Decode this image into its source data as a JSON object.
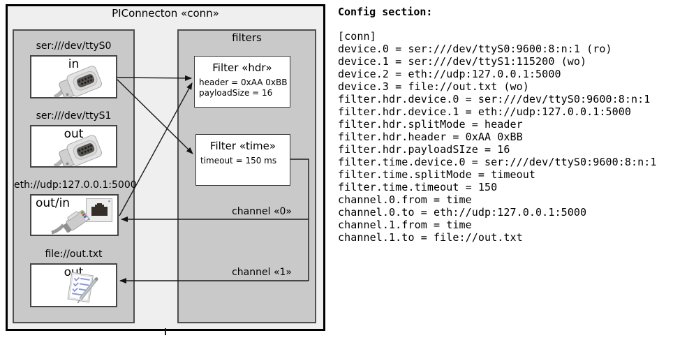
{
  "diagram": {
    "title": "PIConnecton «conn»",
    "filters_panel_label": "filters",
    "devices": [
      {
        "label": "ser:///dev/ttyS0",
        "mode": "in",
        "icon": "serial-connector-icon"
      },
      {
        "label": "ser:///dev/ttyS1",
        "mode": "out",
        "icon": "serial-connector-icon"
      },
      {
        "label": "eth://udp:127.0.0.1:5000",
        "mode": "out/in",
        "icon": "ethernet-connector-icon"
      },
      {
        "label": "file://out.txt",
        "mode": "out",
        "icon": "notepad-file-icon"
      }
    ],
    "filters": [
      {
        "title": "Filter «hdr»",
        "params": [
          "header = 0xAA 0xBB",
          "payloadSize = 16"
        ]
      },
      {
        "title": "Filter «time»",
        "params": [
          "timeout = 150 ms"
        ]
      }
    ],
    "channels": [
      {
        "label": "channel «0»"
      },
      {
        "label": "channel «1»"
      }
    ],
    "colors": {
      "outer_bg": "#efefef",
      "panel_bg": "#c9c9c9",
      "box_bg": "#ffffff",
      "line": "#1a1a1a"
    }
  },
  "config": {
    "heading": "Config section:",
    "lines": [
      "[conn]",
      "device.0 = ser:///dev/ttyS0:9600:8:n:1 (ro)",
      "device.1 = ser:///dev/ttyS1:115200 (wo)",
      "device.2 = eth://udp:127.0.0.1:5000",
      "device.3 = file://out.txt (wo)",
      "filter.hdr.device.0 = ser:///dev/ttyS0:9600:8:n:1",
      "filter.hdr.device.1 = eth://udp:127.0.0.1:5000",
      "filter.hdr.splitMode = header",
      "filter.hdr.header = 0xAA 0xBB",
      "filter.hdr.payloadSIze = 16",
      "filter.time.device.0 = ser:///dev/ttyS0:9600:8:n:1",
      "filter.time.splitMode = timeout",
      "filter.time.timeout = 150",
      "channel.0.from = time",
      "channel.0.to = eth://udp:127.0.0.1:5000",
      "channel.1.from = time",
      "channel.1.to = file://out.txt"
    ]
  }
}
